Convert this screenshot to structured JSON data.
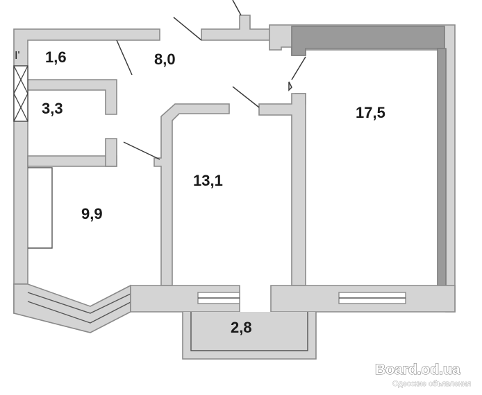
{
  "rooms": [
    {
      "id": "wc",
      "area": "1,6"
    },
    {
      "id": "hall",
      "area": "8,0"
    },
    {
      "id": "bath",
      "area": "3,3"
    },
    {
      "id": "bedroom-large",
      "area": "17,5"
    },
    {
      "id": "living",
      "area": "13,1"
    },
    {
      "id": "kitchen",
      "area": "9,9"
    },
    {
      "id": "balcony",
      "area": "2,8"
    }
  ],
  "wall_marker": "I'",
  "watermark": {
    "site": "Board.od.ua",
    "tagline": "Одесские объявления"
  },
  "colors": {
    "wall_fill": "#d4d4d4",
    "wall_stroke": "#8a8a8a",
    "outer_wall_dark": "#9a9a9a",
    "text": "#1a1a1a"
  }
}
